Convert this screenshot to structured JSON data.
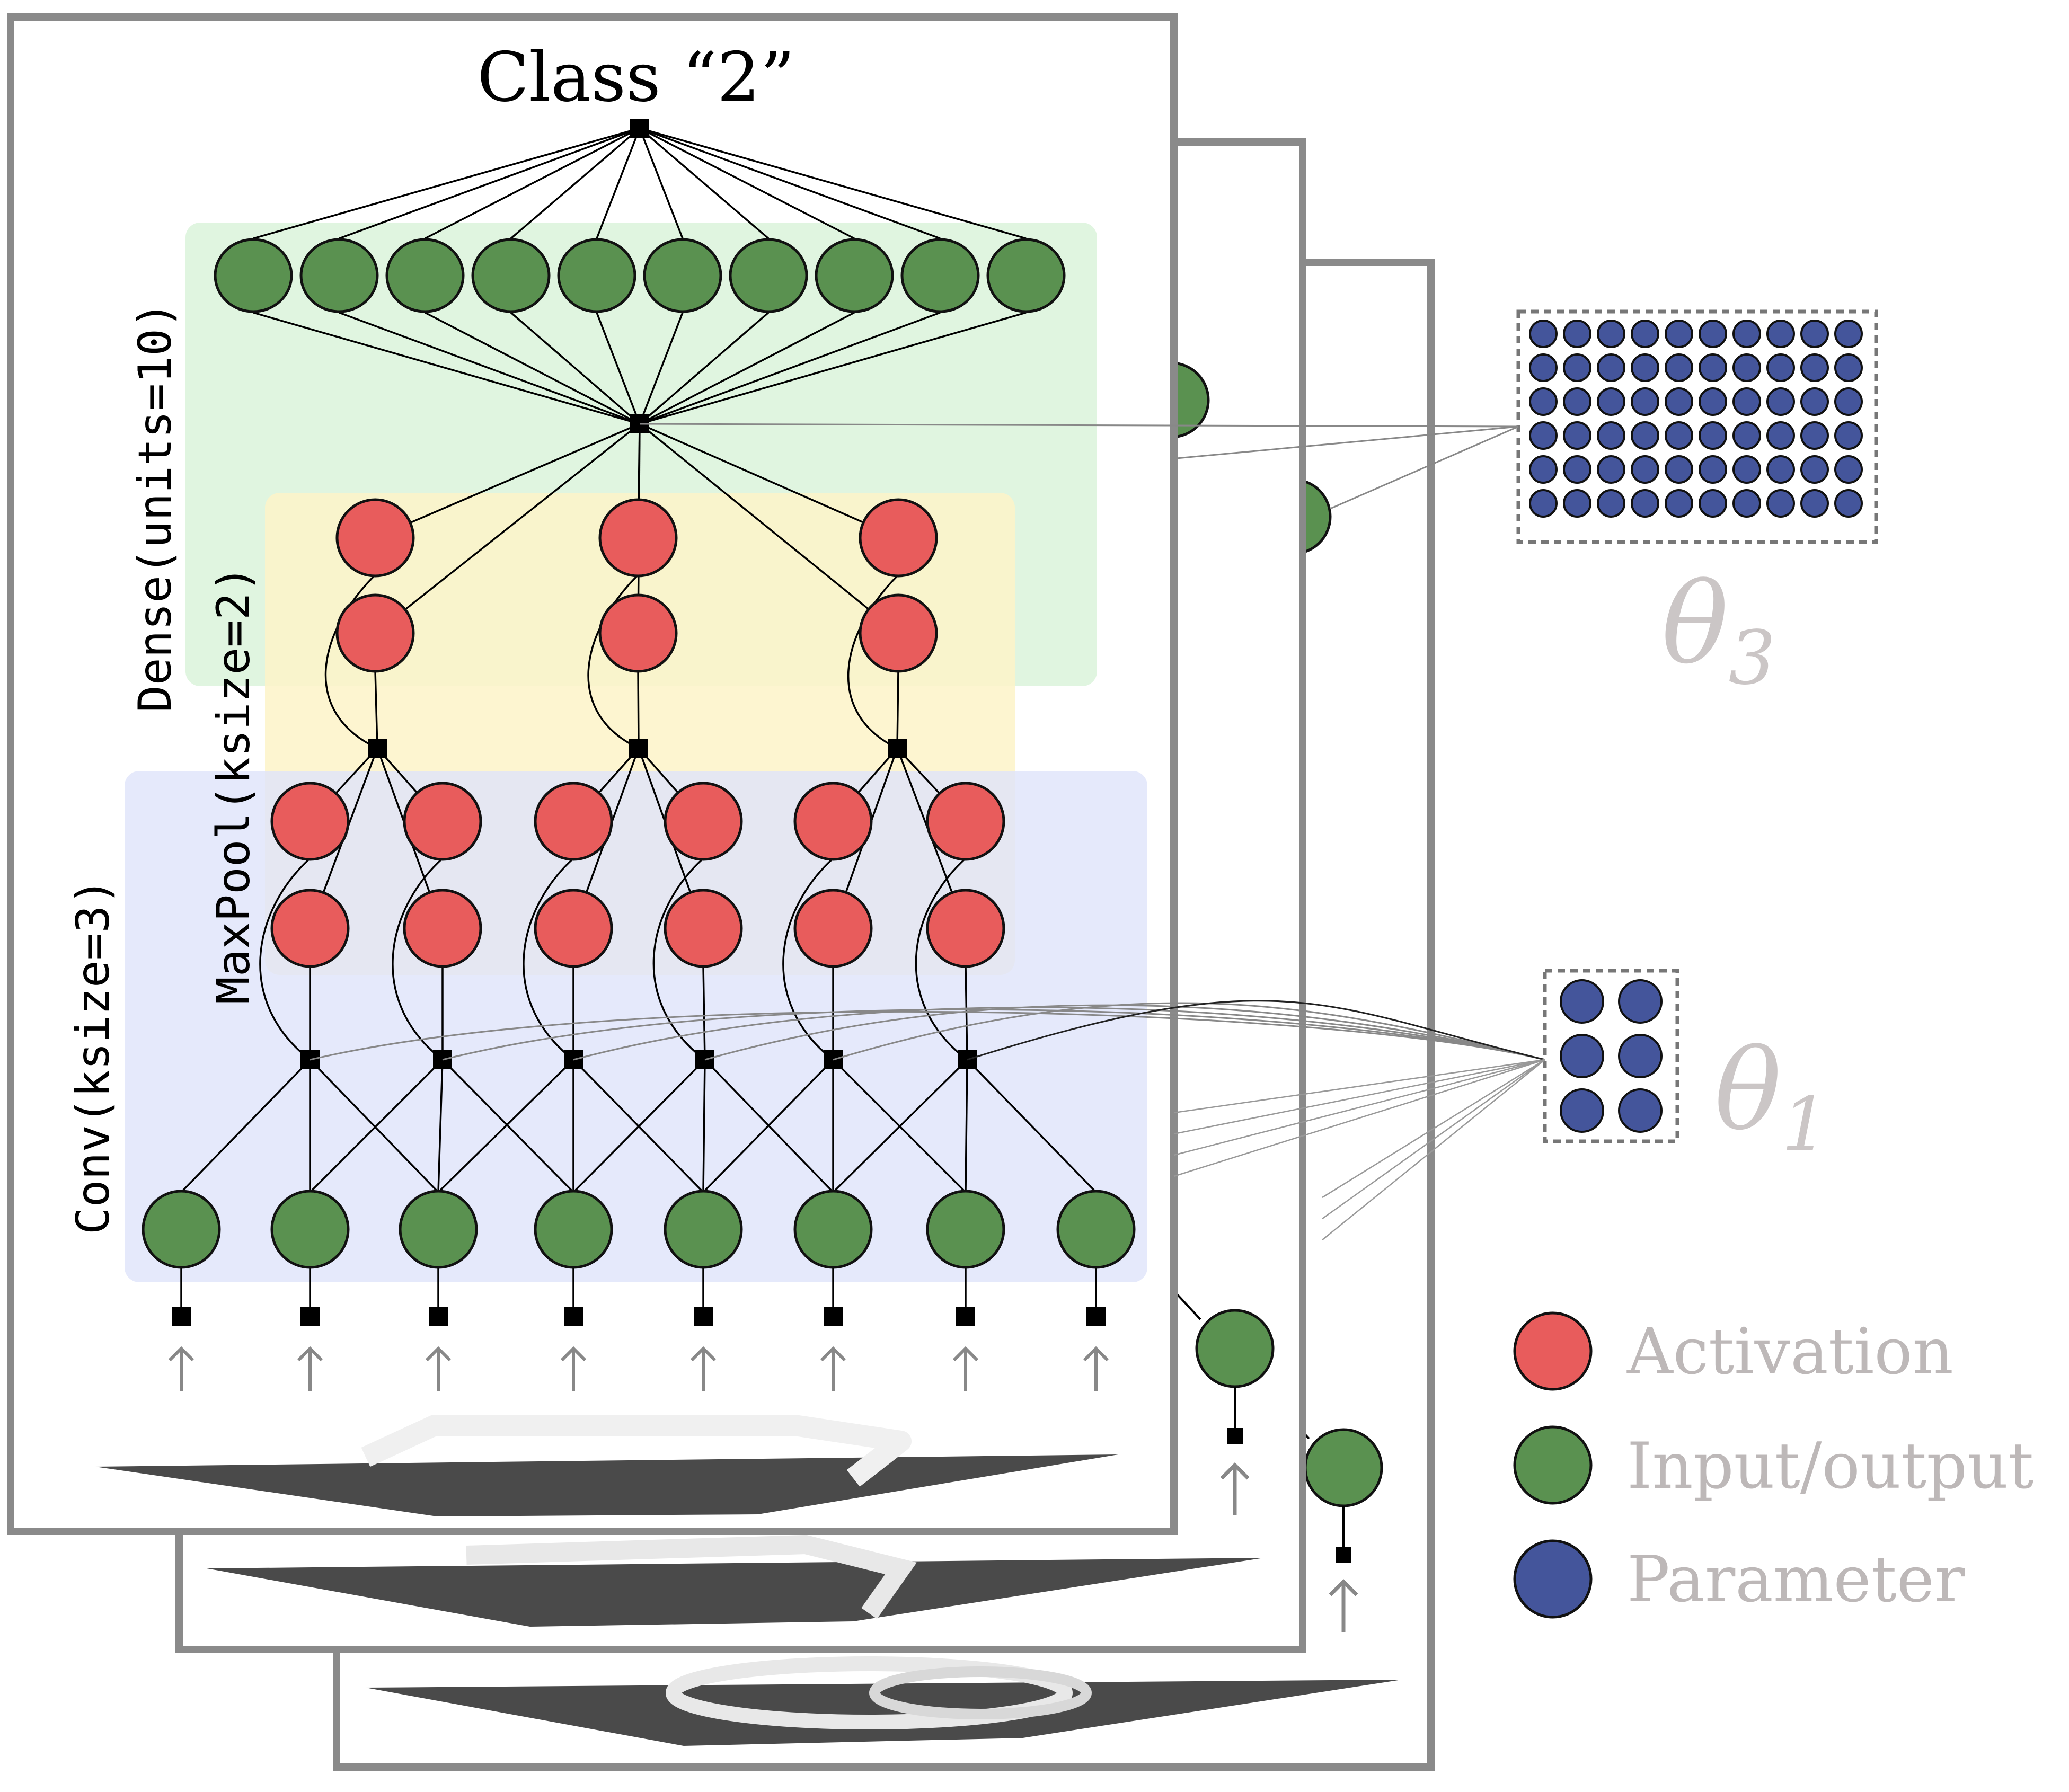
{
  "title": "Class “2”",
  "layers": {
    "dense": "Dense(units=10)",
    "maxpool": "MaxPool(ksize=2)",
    "conv": "Conv(ksize=3)"
  },
  "params": {
    "theta3": {
      "symbol": "θ",
      "sub": "3"
    },
    "theta1": {
      "symbol": "θ",
      "sub": "1"
    }
  },
  "legend": [
    {
      "label": "Activation",
      "color": "#e85c5c"
    },
    {
      "label": "Input/output",
      "color": "#5a9150"
    },
    {
      "label": "Parameter",
      "color": "#44559b"
    }
  ],
  "colors": {
    "activation": "#e85c5c",
    "io": "#5a9150",
    "parameter": "#44559b",
    "dense_region": "#e0f5e0",
    "pool_region": "#fdf3c8",
    "conv_region": "#e5e8fa"
  }
}
